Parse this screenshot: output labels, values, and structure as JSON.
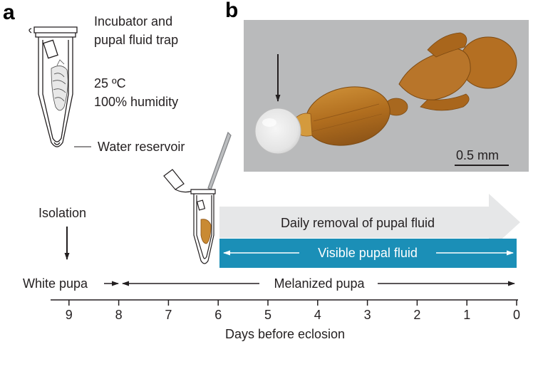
{
  "panels": {
    "a": "a",
    "b": "b"
  },
  "tube_labels": {
    "incubator_line1": "Incubator and",
    "incubator_line2": "pupal fluid trap",
    "temperature": "25 ºC",
    "humidity": "100% humidity",
    "water_reservoir": "Water reservoir"
  },
  "micrograph": {
    "scale_bar": "0.5 mm"
  },
  "timeline": {
    "isolation": "Isolation",
    "daily_removal": "Daily removal of pupal fluid",
    "visible_fluid": "Visible pupal fluid",
    "white_pupa": "White pupa",
    "melanized_pupa": "Melanized pupa",
    "axis_title": "Days before eclosion",
    "ticks": [
      "9",
      "8",
      "7",
      "6",
      "5",
      "4",
      "3",
      "2",
      "1",
      "0"
    ],
    "tick_values": [
      9,
      8,
      7,
      6,
      5,
      4,
      3,
      2,
      1,
      0
    ]
  },
  "colors": {
    "fluid_bar": "#1b8fb7",
    "removal_arrow": "#e6e7e8",
    "photo_background": "#b9babb",
    "ant_body": "#b26f1f",
    "droplet": "#eeeeee"
  }
}
